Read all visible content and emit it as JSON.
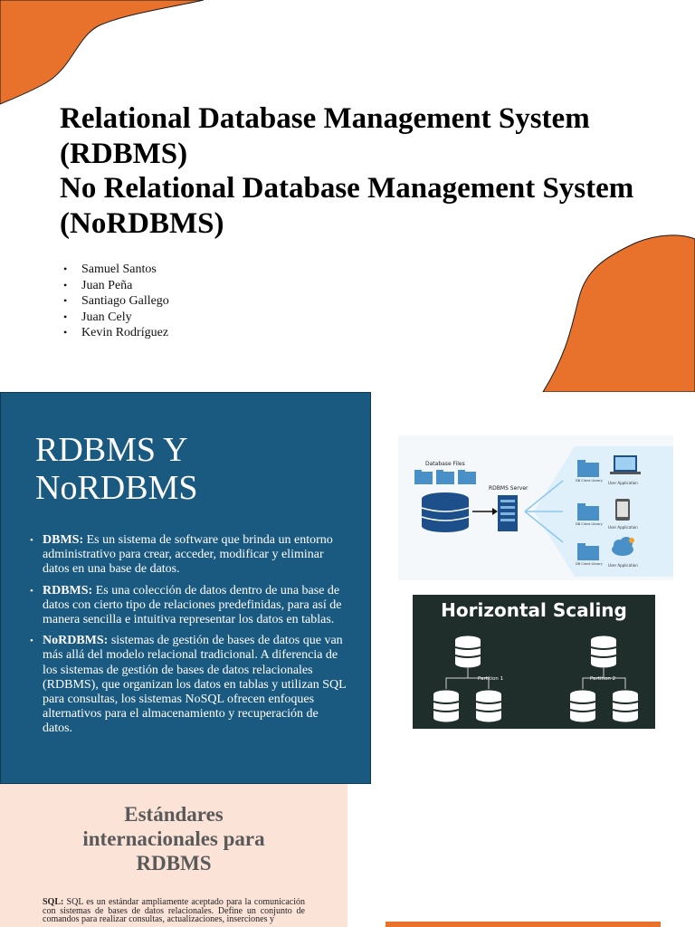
{
  "slide1": {
    "title_lines": [
      "Relational Database Management System",
      "(RDBMS)",
      "No Relational Database Management System",
      "(NoRDBMS)"
    ],
    "members": [
      "Samuel Santos",
      "Juan Peña",
      "Santiago Gallego",
      "Juan Cely",
      "Kevin Rodríguez"
    ],
    "accent_color": "#e8712c"
  },
  "slide2": {
    "title_line1": "RDBMS Y",
    "title_line2": "NoRDBMS",
    "bullets": [
      {
        "term": "DBMS:",
        "text": " Es un sistema de software que brinda un entorno administrativo para crear, acceder, modificar y eliminar datos en una base de datos."
      },
      {
        "term": "RDBMS:",
        "text": "  Es una colección de datos dentro de una base de datos con cierto tipo de relaciones predefinidas, para así de manera sencilla e intuitiva representar los datos en tablas."
      },
      {
        "term": "NoRDBMS:",
        "text": " sistemas de gestión de bases de datos que van más allá del modelo relacional tradicional. A diferencia de los sistemas de gestión de bases de datos relacionales (RDBMS), que organizan los datos en tablas y utilizan SQL para consultas, los sistemas NoSQL ofrecen enfoques alternativos para el almacenamiento y recuperación de datos."
      }
    ],
    "panel_color": "#1b5a80",
    "diagram1": {
      "database_files": "Database Files",
      "server": "RDBMS Server",
      "client_library": "DB Client Library",
      "user_application": "User Application"
    },
    "diagram2": {
      "title": "Horizontal Scaling",
      "partition1": "Partition 1",
      "partition2": "Partition 2"
    }
  },
  "slide3": {
    "title_line1": "Estándares",
    "title_line2": "internacionales para",
    "title_line3": "RDBMS",
    "body_term": "SQL:",
    "body_text": " SQL es un estándar ampliamente aceptado para la comunicación con sistemas de bases de datos relacionales. Define un conjunto de comandos para realizar consultas, actualizaciones, inserciones y"
  }
}
